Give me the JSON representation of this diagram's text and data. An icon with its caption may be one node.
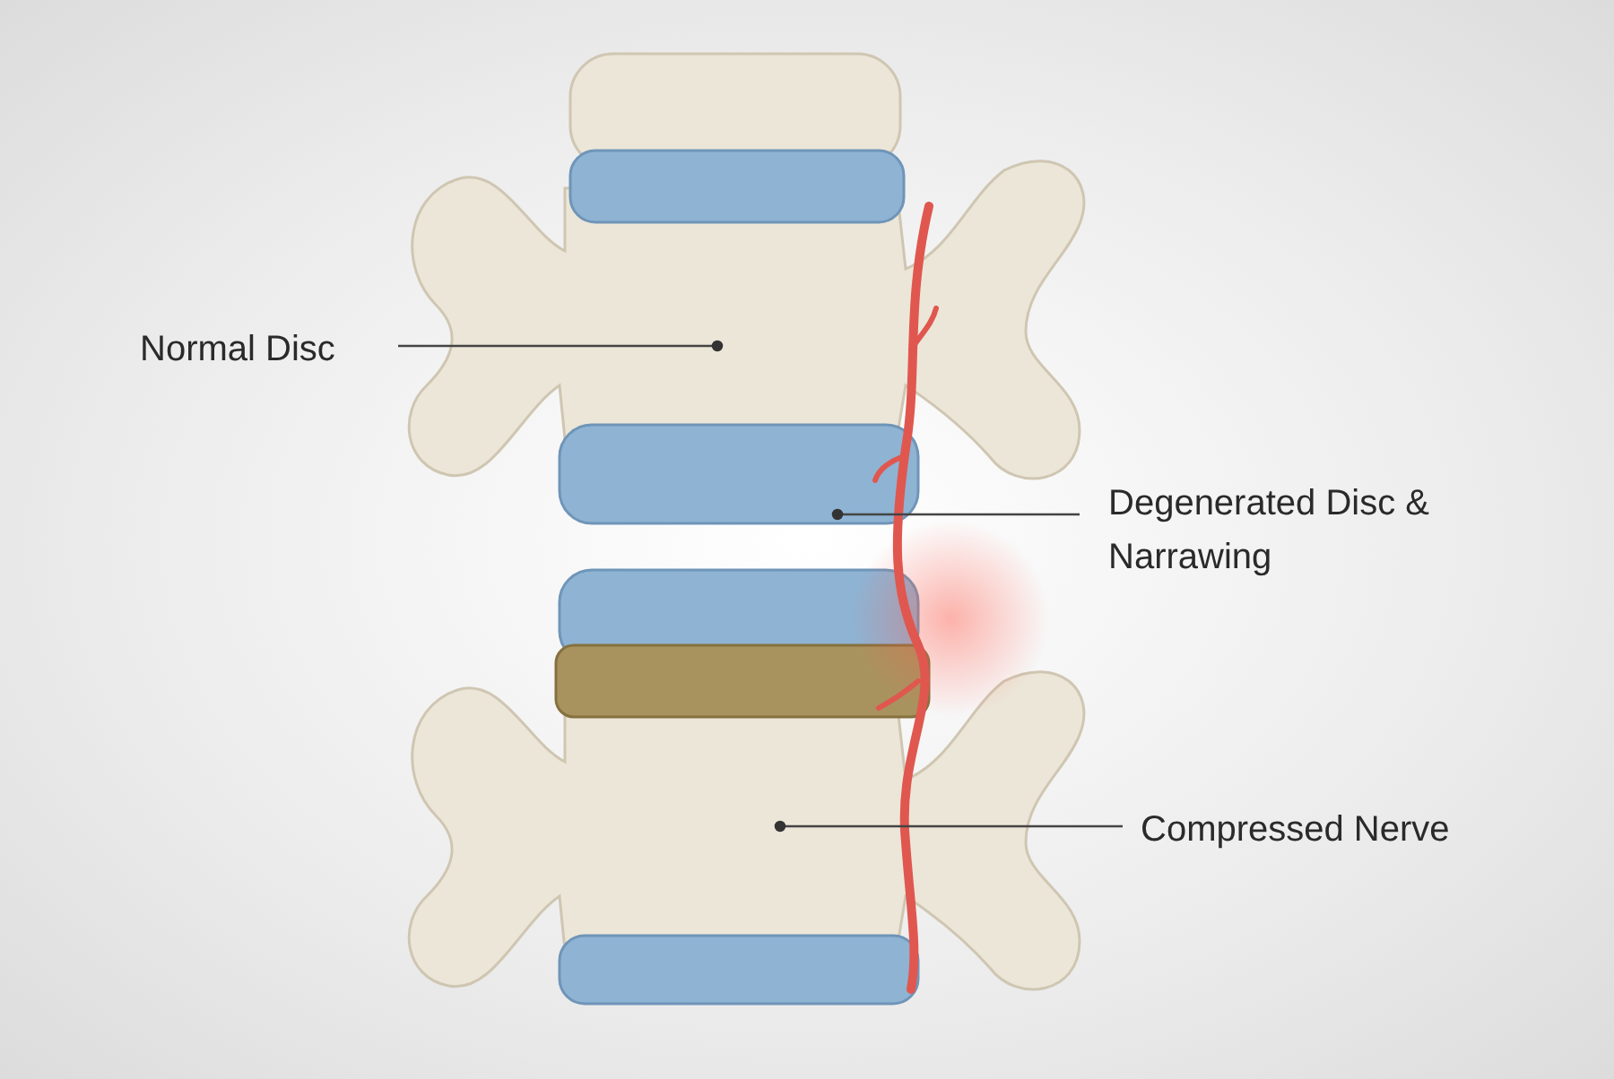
{
  "diagram": {
    "nodes": [
      {
        "text": [
          "Normal Disc"
        ]
      },
      {
        "text": [],
        "shape": "picture"
      },
      {
        "text": [
          "Degenerated Disc & Narrawing"
        ]
      },
      {
        "text": [],
        "shape": "picture"
      },
      {
        "text": [
          "Compressed Nerve"
        ]
      },
      {
        "text": [],
        "shape": "picture"
      }
    ],
    "edges": [
      {
        "from": 0,
        "to": 1,
        "arrow": "other"
      },
      {
        "from": 2,
        "to": 3,
        "arrow": "other"
      },
      {
        "from": 4,
        "to": 5,
        "arrow": "other"
      }
    ]
  }
}
